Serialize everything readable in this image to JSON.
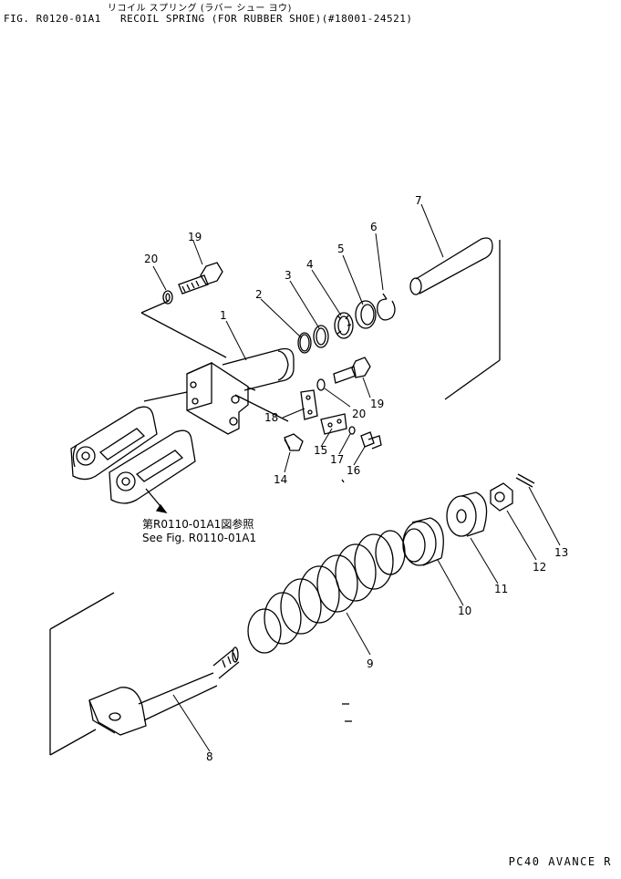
{
  "header": {
    "fig_number": "FIG. R0120-01A1",
    "title_jp": "リコイル スプリング (ラバー シュー ヨウ)",
    "title_en": "RECOIL SPRING (FOR RUBBER SHOE)(#18001-24521)"
  },
  "footer": {
    "model": "PC40 AVANCE R"
  },
  "reference": {
    "jp": "第R0110-01A1図参照",
    "en": "See Fig. R0110-01A1"
  },
  "callouts": {
    "c1": "1",
    "c2": "2",
    "c3": "3",
    "c4": "4",
    "c5": "5",
    "c6": "6",
    "c7": "7",
    "c8": "8",
    "c9": "9",
    "c10": "10",
    "c11": "11",
    "c12": "12",
    "c13": "13",
    "c14": "14",
    "c15": "15",
    "c16": "16",
    "c17": "17",
    "c18": "18",
    "c19a": "19",
    "c19b": "19",
    "c20a": "20",
    "c20b": "20"
  }
}
